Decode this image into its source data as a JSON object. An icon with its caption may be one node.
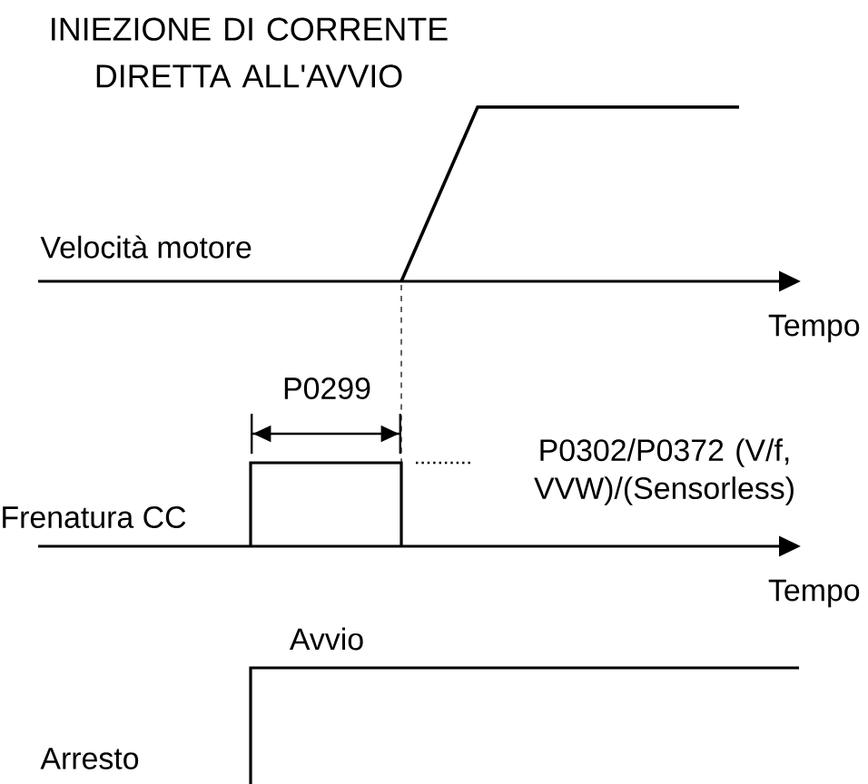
{
  "diagram": {
    "title": "INIEZIONE DI CORRENTE DIRETTA ALL'AVVIO",
    "labels": [
      "Velocità motore",
      "Tempo",
      "P0299",
      "P0302/P0372 (V/f, VVW)/(Sensorless)",
      "Frenatura CC",
      "Tempo",
      "Avvio",
      "Arresto"
    ]
  }
}
